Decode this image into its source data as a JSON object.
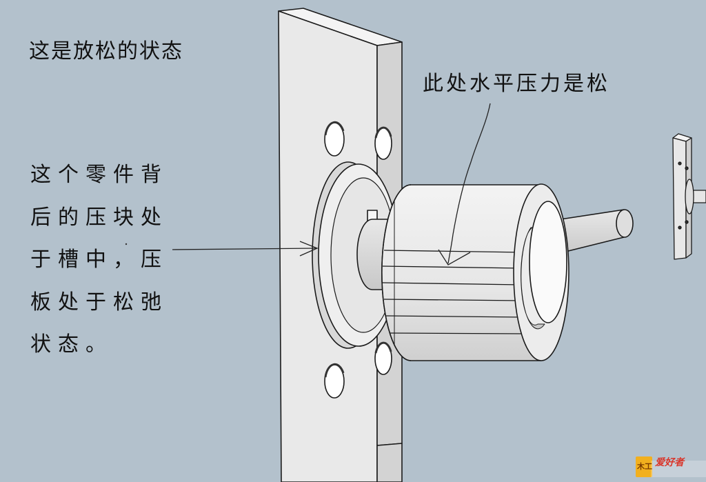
{
  "labels": {
    "title": "这是放松的状态",
    "pressure_note": "此处水平压力是松",
    "part_note_lines": [
      "这个零件背",
      "后的压块处",
      "于槽中，压",
      "板处于松弛",
      "状态。"
    ]
  },
  "watermark": {
    "text": "爱好者",
    "mark": "木工"
  },
  "colors": {
    "background": "#b3c1cc",
    "face": "#ebebeb",
    "side": "#d2d2d2",
    "edge": "#1a1a1a",
    "annotation": "#111111",
    "logo_red": "#d9362b",
    "logo_yellow": "#f2b01e"
  }
}
